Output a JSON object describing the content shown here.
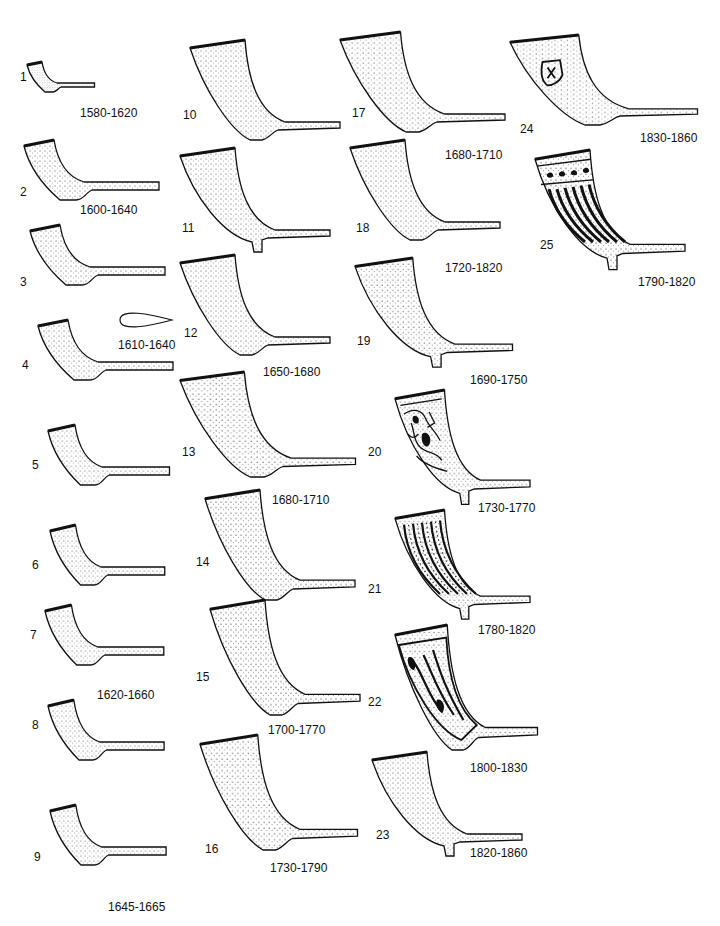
{
  "diagram": {
    "labels": [
      "1",
      "1580-1620",
      "2",
      "1600-1640",
      "3",
      "1610-1640",
      "4",
      "5",
      "6",
      "7",
      "1620-1660",
      "8",
      "9",
      "1645-1665",
      "10",
      "11",
      "12",
      "1650-1680",
      "13",
      "1680-1710",
      "14",
      "15",
      "1700-1770",
      "16",
      "1730-1790",
      "17",
      "1680-1710",
      "18",
      "1720-1820",
      "19",
      "1690-1750",
      "20",
      "1730-1770",
      "21",
      "1780-1820",
      "22",
      "1800-1830",
      "23",
      "1820-1860",
      "24",
      "1830-1860",
      "25",
      "1790-1820"
    ]
  }
}
